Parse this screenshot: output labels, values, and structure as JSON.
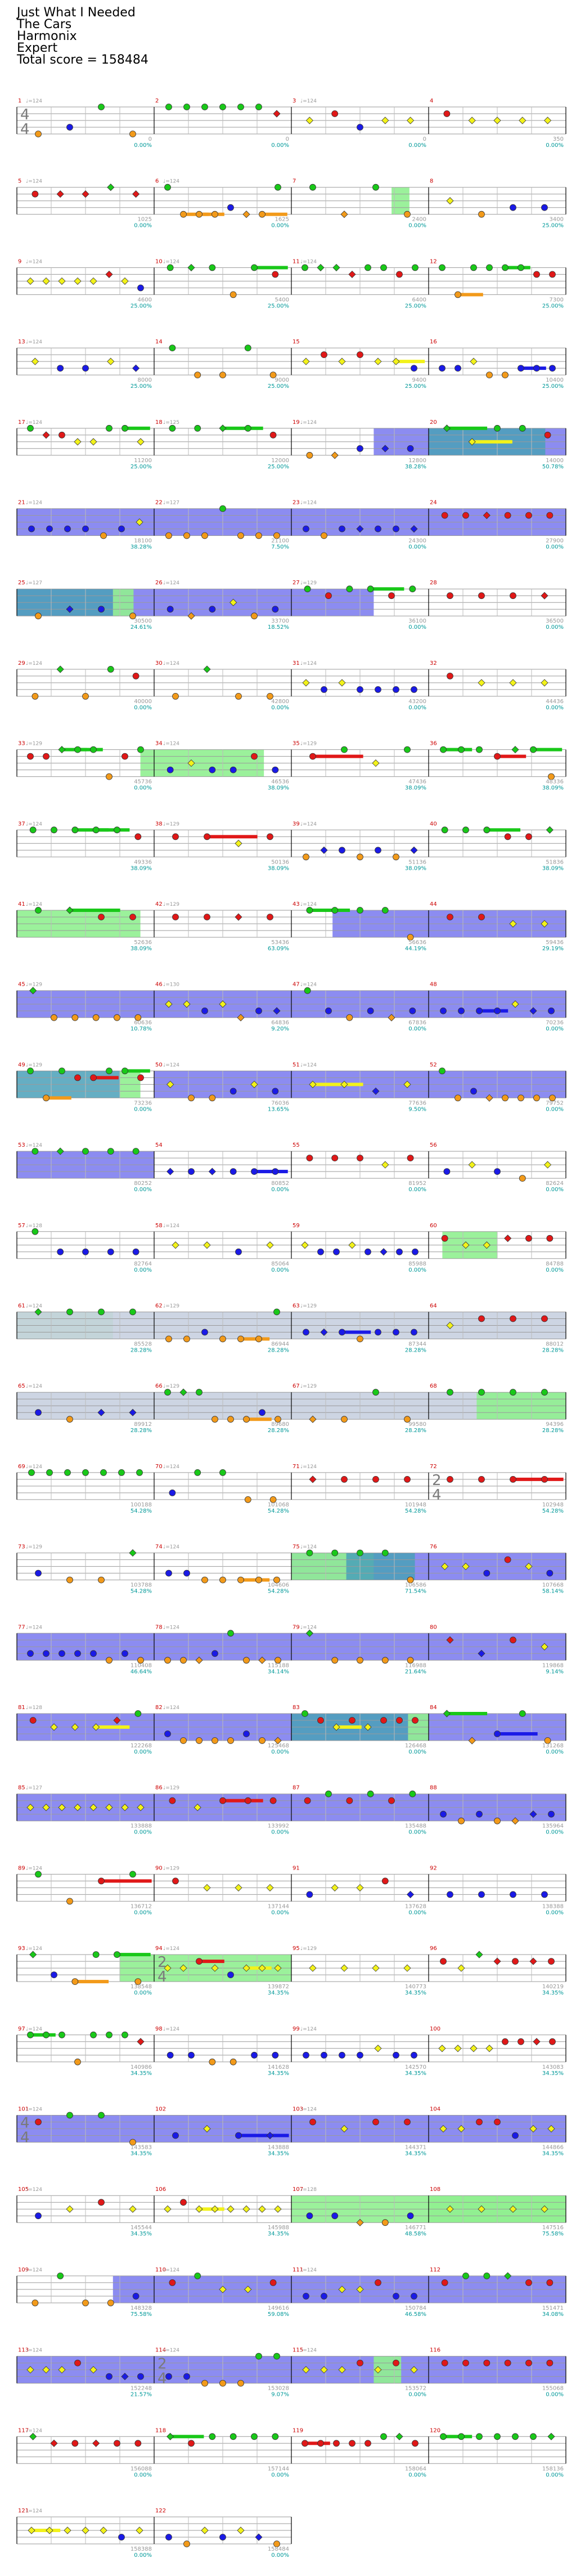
{
  "header": {
    "song_title": "Just What I Needed",
    "artist": "The Cars",
    "charter": "Harmonix",
    "difficulty": "Expert",
    "total_score": "Total score = 158484"
  },
  "colors": {
    "green": "#19c819",
    "red": "#e01818",
    "yellow": "#f2f21a",
    "blue": "#1a1ae6",
    "orange": "#f29a1a",
    "overdrive_fill": "#8080f0",
    "solo_fill": "#90f090",
    "measure_number": "#cc0000",
    "tempo_text": "#999999",
    "score_text": "#999999",
    "percent_text": "#009999"
  },
  "time_signatures": [
    {
      "row": 0,
      "numerator": "4",
      "denominator": "4"
    },
    {
      "row": 17,
      "numerator": "2",
      "denominator": "4"
    },
    {
      "row": 23,
      "numerator": "2",
      "denominator": "4"
    },
    {
      "row": 25,
      "numerator": "4",
      "denominator": "4"
    },
    {
      "row": 28,
      "numerator": "2",
      "denominator": "4"
    }
  ],
  "rows": [
    {
      "measures": [
        {
          "num": "1",
          "tempo": "♩=124",
          "score": "0",
          "pct": "0.00%"
        },
        {
          "num": "2",
          "tempo": "",
          "score": "0",
          "pct": "0.00%"
        },
        {
          "num": "3",
          "tempo": "♩=124",
          "score": "0",
          "pct": "0.00%"
        },
        {
          "num": "4",
          "tempo": "",
          "score": "350",
          "pct": "0.00%"
        }
      ]
    },
    {
      "measures": [
        {
          "num": "5",
          "tempo": "♩=124",
          "score": "1025",
          "pct": "0.00%"
        },
        {
          "num": "6",
          "tempo": "♩=124",
          "score": "1625",
          "pct": "0.00%"
        },
        {
          "num": "7",
          "tempo": "",
          "score": "2400",
          "pct": "0.00%"
        },
        {
          "num": "8",
          "tempo": "",
          "score": "3400",
          "pct": "25.00%"
        }
      ]
    },
    {
      "measures": [
        {
          "num": "9",
          "tempo": "♩=124",
          "score": "4600",
          "pct": "25.00%"
        },
        {
          "num": "10",
          "tempo": "♩=124",
          "score": "5400",
          "pct": "25.00%"
        },
        {
          "num": "11",
          "tempo": "♩=124",
          "score": "6400",
          "pct": "25.00%"
        },
        {
          "num": "12",
          "tempo": "",
          "score": "7300",
          "pct": "25.00%"
        }
      ]
    },
    {
      "measures": [
        {
          "num": "13",
          "tempo": "♩=124",
          "score": "8000",
          "pct": "25.00%"
        },
        {
          "num": "14",
          "tempo": "",
          "score": "9000",
          "pct": "25.00%"
        },
        {
          "num": "15",
          "tempo": "",
          "score": "9400",
          "pct": "25.00%"
        },
        {
          "num": "16",
          "tempo": "",
          "score": "10400",
          "pct": "25.00%"
        }
      ]
    },
    {
      "measures": [
        {
          "num": "17",
          "tempo": "♩=124",
          "score": "11200",
          "pct": "25.00%"
        },
        {
          "num": "18",
          "tempo": "♩=125",
          "score": "12000",
          "pct": "25.00%"
        },
        {
          "num": "19",
          "tempo": "♩=124",
          "score": "12800",
          "pct": "38.28%"
        },
        {
          "num": "20",
          "tempo": "",
          "score": "14000",
          "pct": "50.78%"
        }
      ]
    },
    {
      "measures": [
        {
          "num": "21",
          "tempo": "♩=124",
          "score": "18100",
          "pct": "38.28%"
        },
        {
          "num": "22",
          "tempo": "♩=127",
          "score": "21100",
          "pct": "7.50%"
        },
        {
          "num": "23",
          "tempo": "♩=124",
          "score": "24300",
          "pct": "0.00%"
        },
        {
          "num": "24",
          "tempo": "",
          "score": "27900",
          "pct": "0.00%"
        }
      ]
    },
    {
      "measures": [
        {
          "num": "25",
          "tempo": "♩=127",
          "score": "30500",
          "pct": "24.61%"
        },
        {
          "num": "26",
          "tempo": "♩=124",
          "score": "33700",
          "pct": "18.52%"
        },
        {
          "num": "27",
          "tempo": "♩=129",
          "score": "36100",
          "pct": "0.00%"
        },
        {
          "num": "28",
          "tempo": "",
          "score": "36500",
          "pct": "0.00%"
        }
      ]
    },
    {
      "measures": [
        {
          "num": "29",
          "tempo": "♩=124",
          "score": "40000",
          "pct": "0.00%"
        },
        {
          "num": "30",
          "tempo": "♩=124",
          "score": "42800",
          "pct": "0.00%"
        },
        {
          "num": "31",
          "tempo": "♩=124",
          "score": "43200",
          "pct": "0.00%"
        },
        {
          "num": "32",
          "tempo": "",
          "score": "44436",
          "pct": "0.00%"
        }
      ]
    },
    {
      "measures": [
        {
          "num": "33",
          "tempo": "♩=129",
          "score": "45736",
          "pct": "0.00%"
        },
        {
          "num": "34",
          "tempo": "♩=124",
          "score": "46536",
          "pct": "38.09%"
        },
        {
          "num": "35",
          "tempo": "♩=129",
          "score": "47436",
          "pct": "38.09%"
        },
        {
          "num": "36",
          "tempo": "",
          "score": "48336",
          "pct": "38.09%"
        }
      ]
    },
    {
      "measures": [
        {
          "num": "37",
          "tempo": "♩=124",
          "score": "49336",
          "pct": "38.09%"
        },
        {
          "num": "38",
          "tempo": "♩=129",
          "score": "50136",
          "pct": "38.09%"
        },
        {
          "num": "39",
          "tempo": "♩=124",
          "score": "51136",
          "pct": "38.09%"
        },
        {
          "num": "40",
          "tempo": "",
          "score": "51836",
          "pct": "38.09%"
        }
      ]
    },
    {
      "measures": [
        {
          "num": "41",
          "tempo": "♩=124",
          "score": "52636",
          "pct": "38.09%"
        },
        {
          "num": "42",
          "tempo": "♩=129",
          "score": "53436",
          "pct": "63.09%"
        },
        {
          "num": "43",
          "tempo": "♩=124",
          "score": "56636",
          "pct": "44.19%"
        },
        {
          "num": "44",
          "tempo": "",
          "score": "59436",
          "pct": "29.19%"
        }
      ]
    },
    {
      "measures": [
        {
          "num": "45",
          "tempo": "♩=129",
          "score": "60636",
          "pct": "10.78%"
        },
        {
          "num": "46",
          "tempo": "♩=130",
          "score": "64836",
          "pct": "9.20%"
        },
        {
          "num": "47",
          "tempo": "♩=124",
          "score": "67836",
          "pct": "0.00%"
        },
        {
          "num": "48",
          "tempo": "",
          "score": "70236",
          "pct": "0.00%"
        }
      ]
    },
    {
      "measures": [
        {
          "num": "49",
          "tempo": "♩=129",
          "score": "73236",
          "pct": "0.00%"
        },
        {
          "num": "50",
          "tempo": "♩=124",
          "score": "76036",
          "pct": "13.65%"
        },
        {
          "num": "51",
          "tempo": "♩=124",
          "score": "77636",
          "pct": "9.50%"
        },
        {
          "num": "52",
          "tempo": "",
          "score": "79752",
          "pct": "0.00%"
        }
      ]
    },
    {
      "measures": [
        {
          "num": "53",
          "tempo": "♩=124",
          "score": "80252",
          "pct": "0.00%"
        },
        {
          "num": "54",
          "tempo": "",
          "score": "80852",
          "pct": "0.00%"
        },
        {
          "num": "55",
          "tempo": "",
          "score": "81952",
          "pct": "0.00%"
        },
        {
          "num": "56",
          "tempo": "",
          "score": "82624",
          "pct": "0.00%"
        }
      ]
    },
    {
      "measures": [
        {
          "num": "57",
          "tempo": "♩=128",
          "score": "82764",
          "pct": "0.00%"
        },
        {
          "num": "58",
          "tempo": "♩=124",
          "score": "85064",
          "pct": "0.00%"
        },
        {
          "num": "59",
          "tempo": "",
          "score": "85988",
          "pct": "0.00%"
        },
        {
          "num": "60",
          "tempo": "",
          "score": "84788",
          "pct": "0.00%"
        }
      ]
    },
    {
      "measures": [
        {
          "num": "61",
          "tempo": "♩=124",
          "score": "85528",
          "pct": "28.28%"
        },
        {
          "num": "62",
          "tempo": "♩=129",
          "score": "86944",
          "pct": "28.28%"
        },
        {
          "num": "63",
          "tempo": "♩=129",
          "score": "87344",
          "pct": "28.28%"
        },
        {
          "num": "64",
          "tempo": "",
          "score": "88012",
          "pct": "28.28%"
        }
      ]
    },
    {
      "measures": [
        {
          "num": "65",
          "tempo": "♩=124",
          "score": "89912",
          "pct": "28.28%"
        },
        {
          "num": "66",
          "tempo": "♩=129",
          "score": "89680",
          "pct": "28.28%"
        },
        {
          "num": "67",
          "tempo": "♩=129",
          "score": "99580",
          "pct": "28.28%"
        },
        {
          "num": "68",
          "tempo": "",
          "score": "94396",
          "pct": "28.28%"
        }
      ]
    },
    {
      "measures": [
        {
          "num": "69",
          "tempo": "♩=124",
          "score": "100188",
          "pct": "54.28%"
        },
        {
          "num": "70",
          "tempo": "♩=124",
          "score": "101068",
          "pct": "54.28%"
        },
        {
          "num": "71",
          "tempo": "♩=124",
          "score": "101948",
          "pct": "54.28%"
        },
        {
          "num": "72",
          "tempo": "",
          "score": "102948",
          "pct": "54.28%"
        }
      ]
    },
    {
      "measures": [
        {
          "num": "73",
          "tempo": "♩=129",
          "score": "103788",
          "pct": "54.28%"
        },
        {
          "num": "74",
          "tempo": "♩=124",
          "score": "104606",
          "pct": "54.28%"
        },
        {
          "num": "75",
          "tempo": "♩=124",
          "score": "106586",
          "pct": "71.54%"
        },
        {
          "num": "76",
          "tempo": "",
          "score": "107668",
          "pct": "58.14%"
        }
      ]
    },
    {
      "measures": [
        {
          "num": "77",
          "tempo": "♩=124",
          "score": "110408",
          "pct": "46.64%"
        },
        {
          "num": "78",
          "tempo": "♩=124",
          "score": "115188",
          "pct": "34.14%"
        },
        {
          "num": "79",
          "tempo": "♩=124",
          "score": "116988",
          "pct": "21.64%"
        },
        {
          "num": "80",
          "tempo": "",
          "score": "119868",
          "pct": "9.14%"
        }
      ]
    },
    {
      "measures": [
        {
          "num": "81",
          "tempo": "♩=128",
          "score": "122268",
          "pct": "0.00%"
        },
        {
          "num": "82",
          "tempo": "♩=124",
          "score": "125468",
          "pct": "0.00%"
        },
        {
          "num": "83",
          "tempo": "",
          "score": "126468",
          "pct": "0.00%"
        },
        {
          "num": "84",
          "tempo": "",
          "score": "131268",
          "pct": "0.00%"
        }
      ]
    },
    {
      "measures": [
        {
          "num": "85",
          "tempo": "♩=127",
          "score": "133888",
          "pct": "0.00%"
        },
        {
          "num": "86",
          "tempo": "♩=129",
          "score": "133992",
          "pct": "0.00%"
        },
        {
          "num": "87",
          "tempo": "",
          "score": "135488",
          "pct": "0.00%"
        },
        {
          "num": "88",
          "tempo": "",
          "score": "135964",
          "pct": "0.00%"
        }
      ]
    },
    {
      "measures": [
        {
          "num": "89",
          "tempo": "♩=124",
          "score": "136712",
          "pct": "0.00%"
        },
        {
          "num": "90",
          "tempo": "♩=129",
          "score": "137144",
          "pct": "0.00%"
        },
        {
          "num": "91",
          "tempo": "",
          "score": "137628",
          "pct": "0.00%"
        },
        {
          "num": "92",
          "tempo": "",
          "score": "138388",
          "pct": "0.00%"
        }
      ]
    },
    {
      "measures": [
        {
          "num": "93",
          "tempo": "♩=124",
          "score": "138548",
          "pct": "0.00%"
        },
        {
          "num": "94",
          "tempo": "♩=124",
          "score": "139872",
          "pct": "34.35%"
        },
        {
          "num": "95",
          "tempo": "♩=129",
          "score": "140773",
          "pct": "34.35%"
        },
        {
          "num": "96",
          "tempo": "",
          "score": "140219",
          "pct": "34.35%"
        }
      ]
    },
    {
      "measures": [
        {
          "num": "97",
          "tempo": "♩=124",
          "score": "140986",
          "pct": "34.35%"
        },
        {
          "num": "98",
          "tempo": "♩=124",
          "score": "141628",
          "pct": "34.35%"
        },
        {
          "num": "99",
          "tempo": "♩=124",
          "score": "142570",
          "pct": "34.35%"
        },
        {
          "num": "100",
          "tempo": "",
          "score": "143083",
          "pct": "34.35%"
        }
      ]
    },
    {
      "measures": [
        {
          "num": "101",
          "tempo": "♩=124",
          "score": "143583",
          "pct": "34.35%"
        },
        {
          "num": "102",
          "tempo": "",
          "score": "143888",
          "pct": "34.35%"
        },
        {
          "num": "103",
          "tempo": "♩=124",
          "score": "144371",
          "pct": "34.35%"
        },
        {
          "num": "104",
          "tempo": "",
          "score": "144866",
          "pct": "34.35%"
        }
      ]
    },
    {
      "measures": [
        {
          "num": "105",
          "tempo": "♩=124",
          "score": "145544",
          "pct": "34.35%"
        },
        {
          "num": "106",
          "tempo": "",
          "score": "145988",
          "pct": "34.35%"
        },
        {
          "num": "107",
          "tempo": "♩=128",
          "score": "146771",
          "pct": "48.58%"
        },
        {
          "num": "108",
          "tempo": "",
          "score": "147516",
          "pct": "75.58%"
        }
      ]
    },
    {
      "measures": [
        {
          "num": "109",
          "tempo": "♩=124",
          "score": "148328",
          "pct": "75.58%"
        },
        {
          "num": "110",
          "tempo": "♩=124",
          "score": "149616",
          "pct": "59.08%"
        },
        {
          "num": "111",
          "tempo": "♩=124",
          "score": "150784",
          "pct": "46.58%"
        },
        {
          "num": "112",
          "tempo": "",
          "score": "151471",
          "pct": "34.08%"
        }
      ]
    },
    {
      "measures": [
        {
          "num": "113",
          "tempo": "♩=124",
          "score": "152248",
          "pct": "21.57%"
        },
        {
          "num": "114",
          "tempo": "♩=124",
          "score": "153028",
          "pct": "9.07%"
        },
        {
          "num": "115",
          "tempo": "♩=124",
          "score": "153572",
          "pct": "0.00%"
        },
        {
          "num": "116",
          "tempo": "",
          "score": "155068",
          "pct": "0.00%"
        }
      ]
    },
    {
      "measures": [
        {
          "num": "117",
          "tempo": "♩=124",
          "score": "156088",
          "pct": "0.00%"
        },
        {
          "num": "118",
          "tempo": "",
          "score": "157144",
          "pct": "0.00%"
        },
        {
          "num": "119",
          "tempo": "",
          "score": "158064",
          "pct": "0.00%"
        },
        {
          "num": "120",
          "tempo": "",
          "score": "158136",
          "pct": "0.00%"
        }
      ]
    },
    {
      "measures": [
        {
          "num": "121",
          "tempo": "♩=124",
          "score": "158388",
          "pct": "0.00%"
        },
        {
          "num": "122",
          "tempo": "",
          "score": "158484",
          "pct": "0.00%"
        }
      ]
    }
  ]
}
